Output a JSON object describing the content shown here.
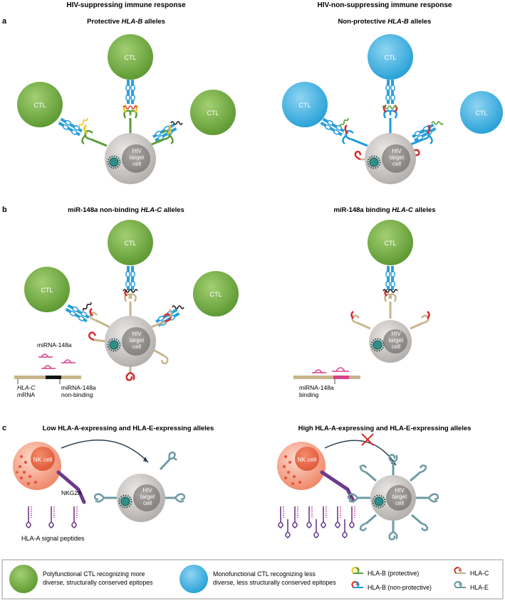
{
  "headers": {
    "left": "HIV-suppressing immune response",
    "right": "HIV-non-suppressing immune response"
  },
  "panels": {
    "a": {
      "letter": "a",
      "left_title_pre": "Protective ",
      "left_title_gene": "HLA-B",
      "left_title_post": " alleles",
      "right_title_pre": "Non-protective ",
      "right_title_gene": "HLA-B",
      "right_title_post": " alleles"
    },
    "b": {
      "letter": "b",
      "left_title_pre": "miR-148",
      "left_title_a": "a",
      "left_title_mid": " non-binding ",
      "left_title_gene": "HLA-C",
      "left_title_post": " alleles",
      "right_title_pre": "miR-148a binding ",
      "right_title_gene": "HLA-C",
      "right_title_post": " alleles",
      "mirna_label_left": "miRNA-148a",
      "mrna_gene": "HLA-C",
      "mrna_word": "mRNA",
      "nonbinding_line1": "miRNA-148a",
      "nonbinding_line2": "non-binding",
      "binding_line1": "miRNA-148a",
      "binding_line2": "binding"
    },
    "c": {
      "letter": "c",
      "left_title": "Low HLA-A-expressing and HLA-E-expressing alleles",
      "right_title": "High HLA-A-expressing and HLA-E-expressing alleles",
      "nk_label": "NK cell",
      "nkg2a_label": "NKG2A",
      "signal_peptides_label": "HLA-A signal peptides"
    }
  },
  "cells": {
    "ctl": "CTL",
    "target_line1": "HIV",
    "target_line2": "target",
    "target_line3": "cell"
  },
  "legend": {
    "poly_line1": "Polyfunctional CTL recognizing more",
    "poly_line2": "diverse, structurally conserved epitopes",
    "mono_line1": "Monofunctional CTL recognizing less",
    "mono_line2": "diverse, less structurally conserved epitopes",
    "hlab_prot": "HLA-B (protective)",
    "hlab_nonprot": "HLA-B (non-protective)",
    "hlac": "HLA-C",
    "hlae": "HLA-E"
  },
  "colors": {
    "green_ctl": "#7ab648",
    "blue_ctl": "#4ab7e6",
    "grey_cell": "#cfcccb",
    "nk": "#f28c6e",
    "hlab_green": "#5a9e3a",
    "hlab_yellow": "#f2c315",
    "hlab_blue": "#1d9bd7",
    "hlab_red": "#d62a2a",
    "hlac_tan": "#c8b48c",
    "hlae": "#6e9aa3",
    "tcr_blue": "#2aa0d9",
    "mirna": "#d6418a",
    "purple": "#6a3b8c"
  }
}
